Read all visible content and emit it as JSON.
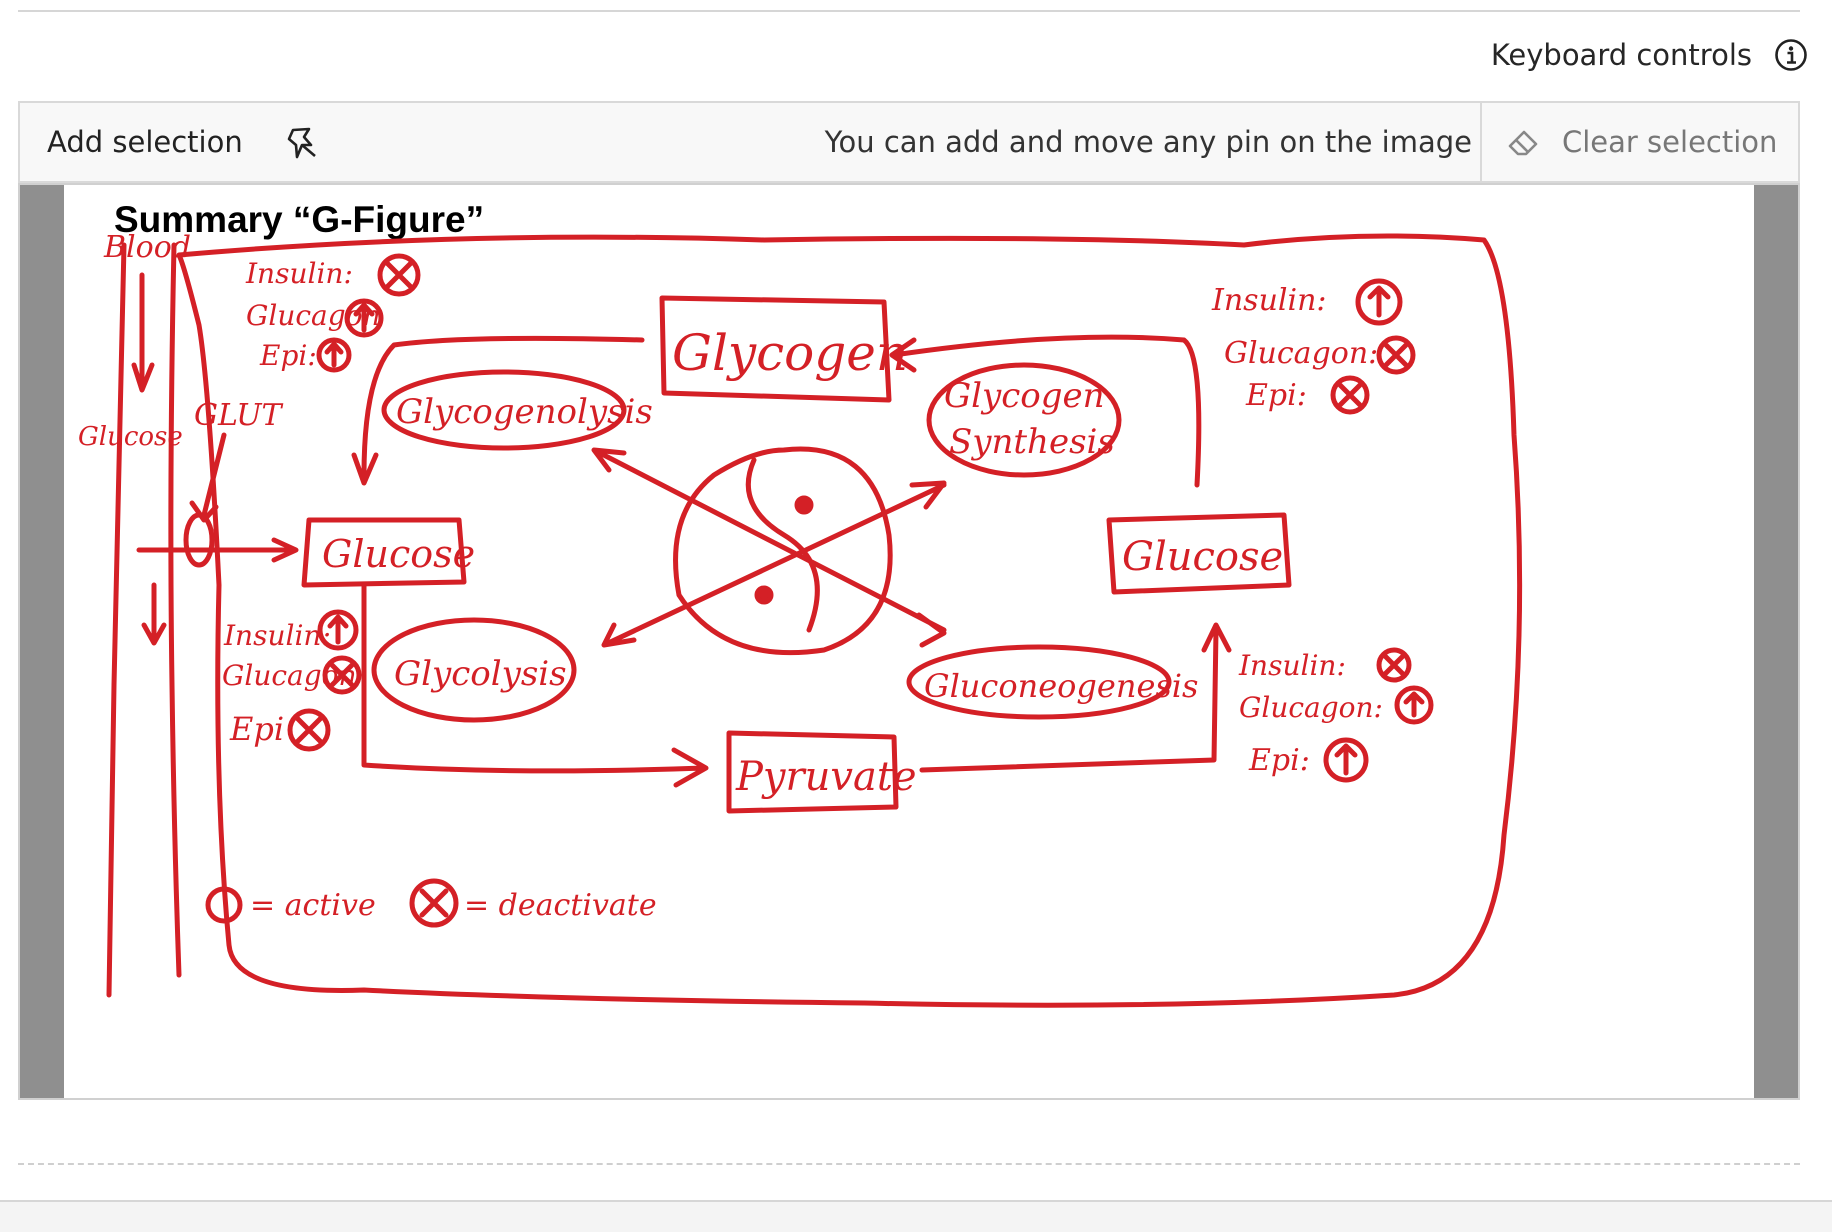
{
  "header": {
    "keyboard_controls_label": "Keyboard controls"
  },
  "toolbar": {
    "add_selection_label": "Add selection",
    "hint_text": "You can add and move any pin on the image",
    "clear_selection_label": "Clear selection"
  },
  "image": {
    "title": "Summary “G-Figure”",
    "ink_color": "#d42026",
    "labels": {
      "blood": "Blood",
      "glut": "GLUT",
      "glucose_left": "Glucose",
      "glucose_left_box": "Glucose",
      "glucose_right_box": "Glucose",
      "glycogen": "Glycogen",
      "glycogenolysis": "Glycogenolysis",
      "glycogen_synthesis_1": "Glycogen",
      "glycogen_synthesis_2": "Synthesis",
      "glycolysis": "Glycolysis",
      "gluconeogenesis": "Gluconeogenesis",
      "pyruvate": "Pyruvate",
      "tl_insulin": "Insulin:",
      "tl_glucagon": "Glucagon",
      "tl_epi": "Epi:",
      "tr_insulin": "Insulin:",
      "tr_glucagon": "Glucagon:",
      "tr_epi": "Epi:",
      "bl_insulin": "Insulin:",
      "bl_glucagon": "Glucagon",
      "bl_epi": "Epi",
      "br_insulin": "Insulin:",
      "br_glucagon": "Glucagon:",
      "br_epi": "Epi:",
      "legend_active": "= active",
      "legend_deactivate": "= deactivate"
    }
  }
}
